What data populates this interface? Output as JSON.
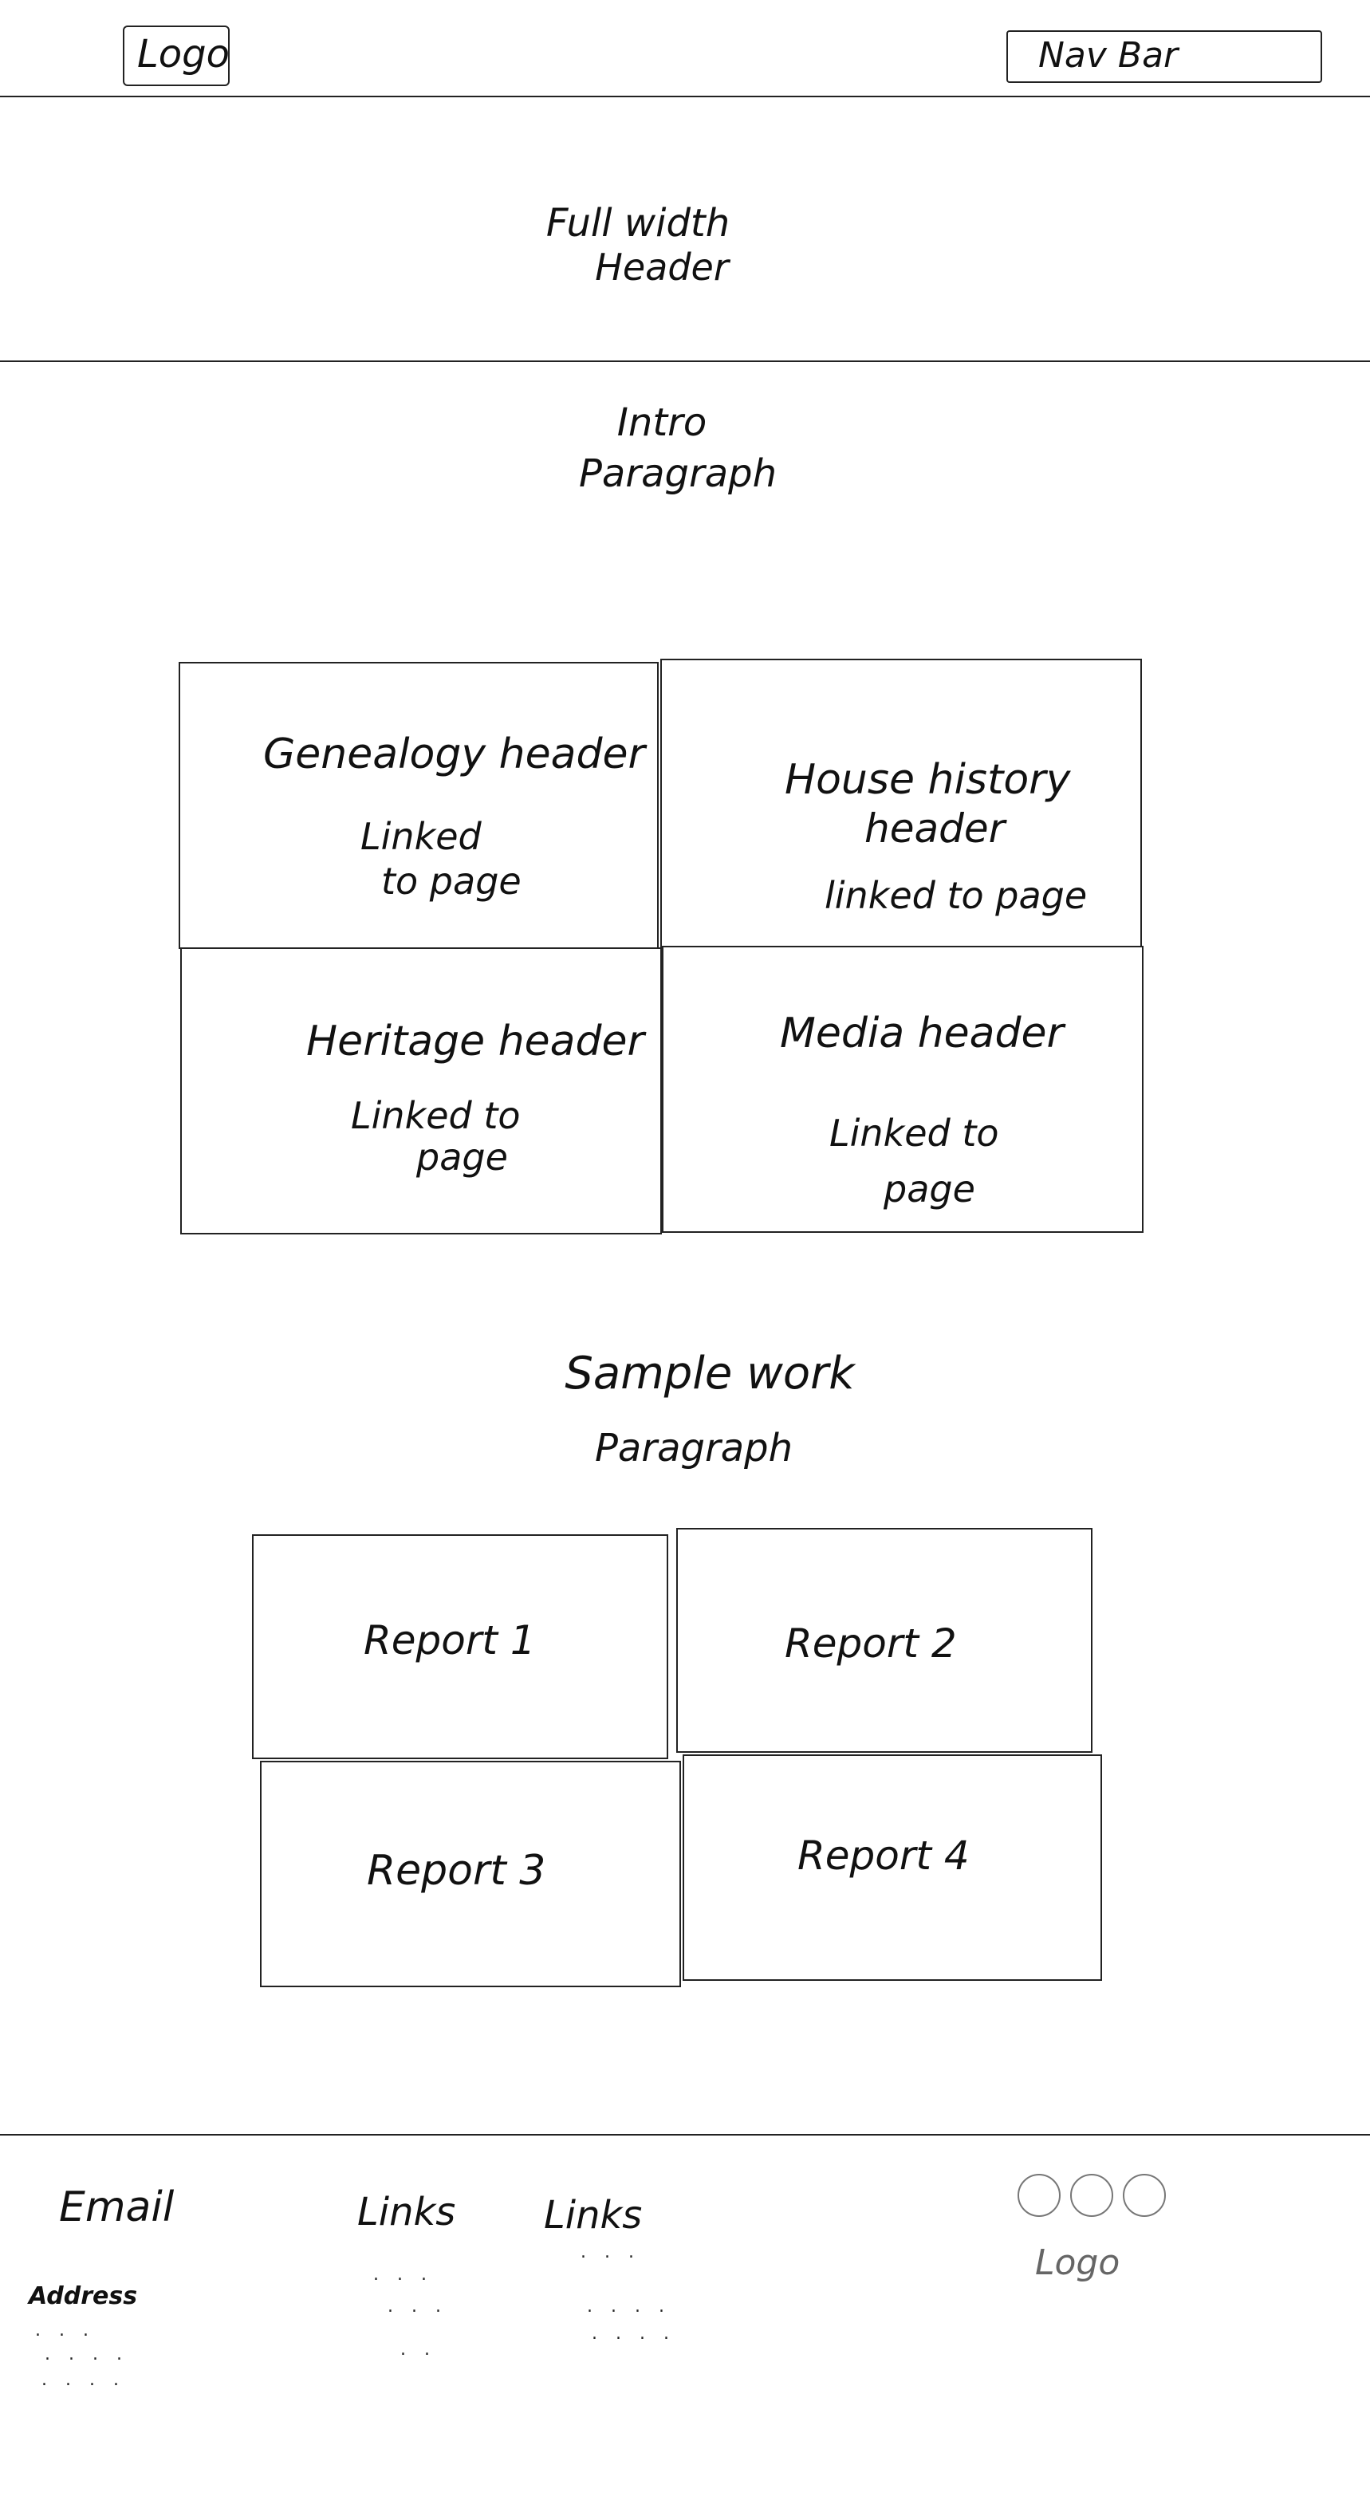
{
  "header": {
    "logo_label": "Logo",
    "nav_label": "Nav Bar"
  },
  "hero": {
    "line1": "Full width",
    "line2": "Header"
  },
  "intro": {
    "line1": "Intro",
    "line2": "Paragraph"
  },
  "cards": [
    {
      "title": "Genealogy header",
      "line1": "Linked",
      "line2": "to page"
    },
    {
      "title_line1": "House history",
      "title_line2": "header",
      "line1": "linked to page"
    },
    {
      "title": "Heritage header",
      "line1": "Linked to",
      "line2": "page"
    },
    {
      "title": "Media header",
      "line1": "Linked to",
      "line2": "page"
    }
  ],
  "sample": {
    "line1": "Sample work",
    "line2": "Paragraph"
  },
  "reports": [
    "Report 1",
    "Report 2",
    "Report 3",
    "Report 4"
  ],
  "footer": {
    "email_label": "Email",
    "address_label": "Address",
    "links1_label": "Links",
    "links2_label": "Links",
    "logo_label": "Logo"
  }
}
